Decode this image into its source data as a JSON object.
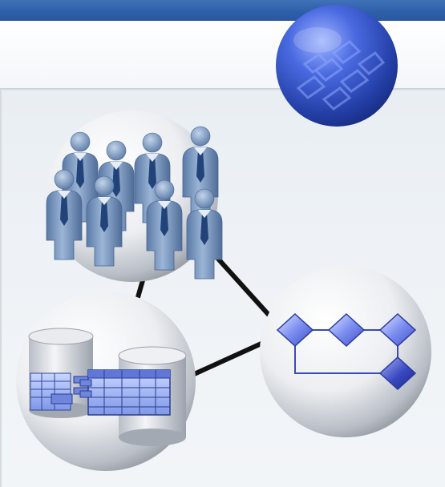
{
  "diagram": {
    "nodes": [
      {
        "id": "people",
        "icon": "people-group-icon"
      },
      {
        "id": "database",
        "icon": "database-tables-icon"
      },
      {
        "id": "workflow",
        "icon": "workflow-diagram-icon"
      },
      {
        "id": "globe",
        "icon": "globe-icon"
      }
    ],
    "connections": [
      {
        "from": "people",
        "to": "database"
      },
      {
        "from": "people",
        "to": "workflow"
      },
      {
        "from": "database",
        "to": "workflow"
      }
    ]
  },
  "colors": {
    "top_bar": "#2d5ea8",
    "globe": "#2b4fb8",
    "person": "#6d8db5",
    "tie": "#22427a",
    "workflow_node": "#5a6fd8",
    "connector": "#111111"
  }
}
